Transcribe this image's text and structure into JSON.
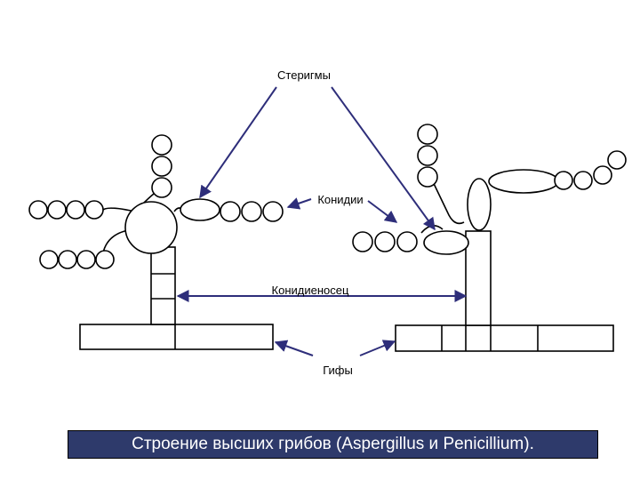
{
  "labels": {
    "sterigmy": "Стеригмы",
    "konidii": "Конидии",
    "konidienosets": "Конидиеносец",
    "gify": "Гифы"
  },
  "caption": "Строение высших грибов (Aspergillus и Penicillium).",
  "colors": {
    "arrow": "#2e2e7a",
    "caption_bg": "#2e3a6b",
    "caption_text": "#ffffff",
    "outline": "#000000"
  }
}
